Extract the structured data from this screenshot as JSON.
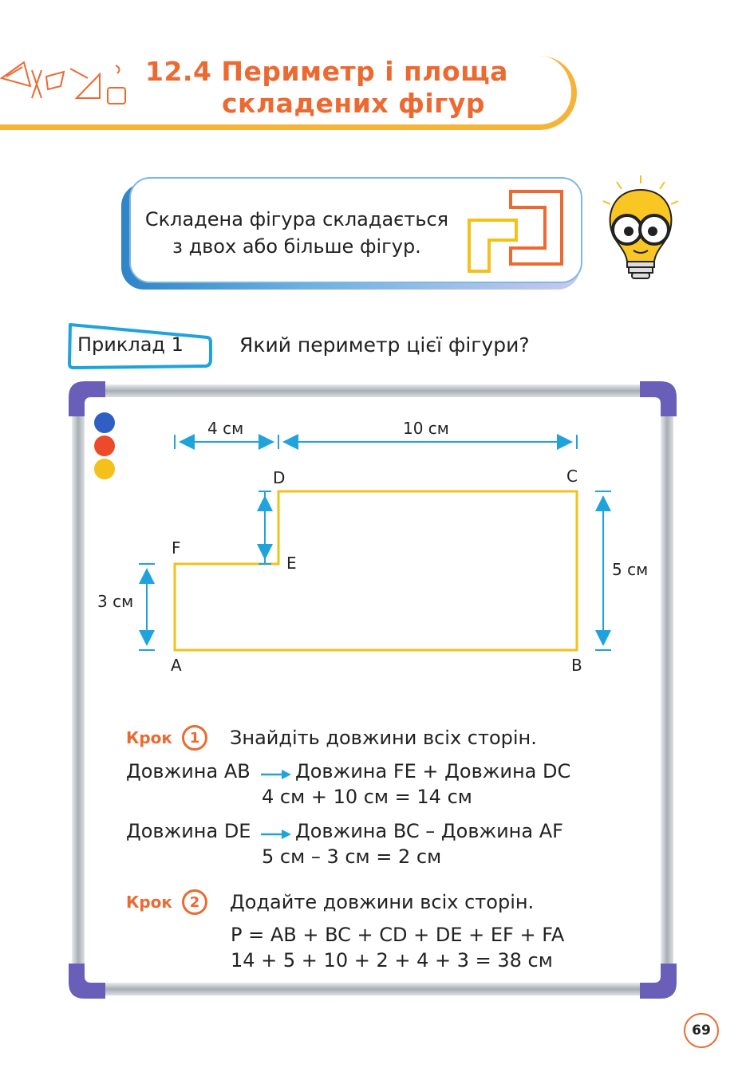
{
  "header": {
    "title_line1": "12.4 Периметр і площа",
    "title_line2": "складених фігур"
  },
  "info": {
    "text_line1": "Складена фігура складається",
    "text_line2": "з двох або більше фігур."
  },
  "example": {
    "label": "Приклад 1",
    "question": "Який периметр цієї фігури?"
  },
  "diagram": {
    "dim_top_left": "4 см",
    "dim_top_right": "10 см",
    "dim_right": "5 см",
    "dim_left": "3 см",
    "points": {
      "A": "A",
      "B": "B",
      "C": "C",
      "D": "D",
      "E": "E",
      "F": "F"
    }
  },
  "steps": [
    {
      "word": "Крок",
      "number": "1",
      "text": "Знайдіть довжини всіх сторін."
    },
    {
      "word": "Крок",
      "number": "2",
      "text": "Додайте довжини всіх сторін."
    }
  ],
  "calc": {
    "ab_label": "Довжина AB",
    "ab_expr": "Довжина FE + Довжина DC",
    "ab_value": "4 см + 10 см = 14 см",
    "de_label": "Довжина DE",
    "de_expr": "Довжина BC – Довжина AF",
    "de_value": "5 см – 3 см = 2 см",
    "perimeter_formula": "P = AB + BC + CD + DE + EF + FA",
    "perimeter_value": "14 + 5 + 10 + 2 + 4 + 3 = 38 см"
  },
  "page_number": "69",
  "colors": {
    "accent_orange": "#ec6a32",
    "header_line": "#f4b43a",
    "figure_yellow": "#f2c21b",
    "dimension_blue": "#1ea3dc",
    "board_frame": "#bfc3c7",
    "board_corner": "#6a5fb8"
  }
}
